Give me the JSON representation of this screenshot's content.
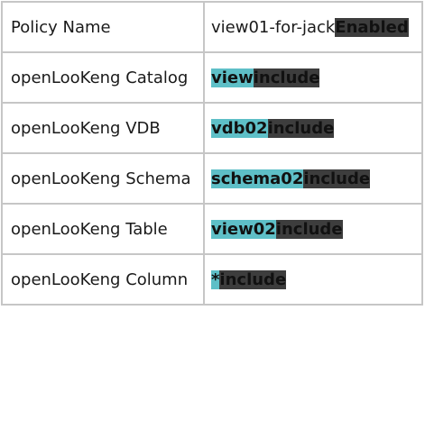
{
  "colors": {
    "name_highlight": "#5ebfc7",
    "mode_highlight": "#3d3d3d",
    "border": "#c6c6c6"
  },
  "rows": [
    {
      "label": "Policy Name",
      "value_prefix": "view01-for-jack",
      "value_tag": "Enabled"
    },
    {
      "label": "openLooKeng Catalog",
      "value_name": "view",
      "value_tag": "include"
    },
    {
      "label": "openLooKeng VDB",
      "value_name": "vdb02",
      "value_tag": "include"
    },
    {
      "label": "openLooKeng Schema",
      "value_name": "schema02",
      "value_tag": "include"
    },
    {
      "label": "openLooKeng Table",
      "value_name": "view02",
      "value_tag": "include"
    },
    {
      "label": "openLooKeng Column",
      "value_name": "*",
      "value_tag": "include"
    }
  ]
}
